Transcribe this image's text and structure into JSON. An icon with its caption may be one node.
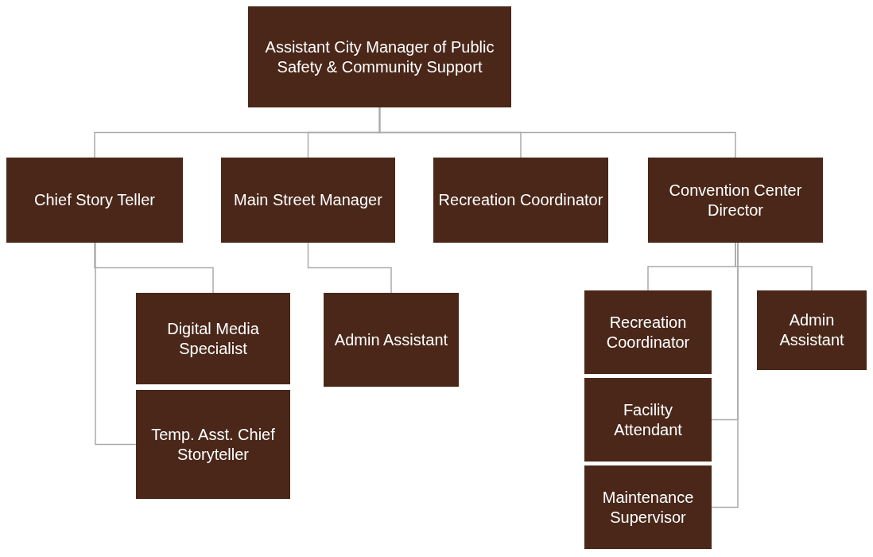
{
  "diagram": {
    "nodes": [
      {
        "text": [
          "Assistant City Manager of Public Safety & Community Support"
        ]
      },
      {
        "text": [
          "Chief Story Teller"
        ]
      },
      {
        "text": [
          "Main Street Manager"
        ]
      },
      {
        "text": [
          "Recreation Coordinator"
        ]
      },
      {
        "text": [
          "Convention Center Director"
        ]
      },
      {
        "text": [
          "Digital Media Specialist"
        ]
      },
      {
        "text": [
          "Temp. Asst. Chief Storyteller"
        ]
      },
      {
        "text": [
          "Admin Assistant"
        ]
      },
      {
        "text": [
          "Recreation Coordinator"
        ]
      },
      {
        "text": [
          "Admin Assistant"
        ]
      },
      {
        "text": [
          "Facility Attendant"
        ]
      },
      {
        "text": [
          "Maintenance Supervisor"
        ]
      }
    ],
    "edges": [
      {
        "from": 0,
        "to": 1,
        "arrow": "none"
      },
      {
        "from": 0,
        "to": 2,
        "arrow": "none"
      },
      {
        "from": 0,
        "to": 3,
        "arrow": "none"
      },
      {
        "from": 0,
        "to": 4,
        "arrow": "none"
      },
      {
        "from": 1,
        "to": 5,
        "arrow": "none"
      },
      {
        "from": 1,
        "to": 6,
        "arrow": "none"
      },
      {
        "from": 2,
        "to": 7,
        "arrow": "none"
      },
      {
        "from": 4,
        "to": 8,
        "arrow": "none"
      },
      {
        "from": 4,
        "to": 9,
        "arrow": "none"
      },
      {
        "from": 4,
        "to": 10,
        "arrow": "none"
      },
      {
        "from": 4,
        "to": 11,
        "arrow": "none"
      }
    ]
  }
}
